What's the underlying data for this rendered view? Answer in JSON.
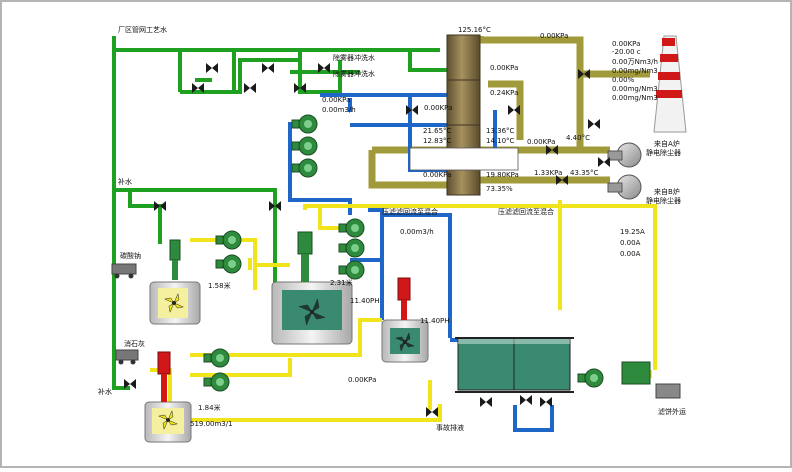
{
  "colors": {
    "water_green": "#20a020",
    "slurry_blue": "#1e66c8",
    "liquor_yellow": "#f2e41a",
    "flue_olive": "#a09a3a",
    "tower_brown": "#8b7a4a",
    "pump_green": "#2e8b3d",
    "stack_red": "#d01818"
  },
  "labels": {
    "plant_water": "厂区管网工艺水",
    "demister_flush_1": "除雾器冲洗水",
    "demister_flush_2": "除雾器冲洗水",
    "makeup_water_1": "补水",
    "makeup_water_2": "补水",
    "carbonate_sodium": "碳酸钠",
    "quicklime": "消石灰",
    "filter_press_return_1": "压滤滤回流至混合",
    "filter_press_return_2": "压滤滤回流至混合",
    "emergency_drain": "事故排液",
    "sludge_out": "滤饼外运",
    "from_a_esp_1": "来自A炉",
    "from_a_esp_2": "静电除尘器",
    "from_b_esp_1": "来自B炉",
    "from_b_esp_2": "静电除尘器"
  },
  "readings": {
    "tower_top": "125.16°C",
    "top_pressure": "0.00KPa",
    "stack_p": "0.00KPa",
    "stack_t": "-20.00 c",
    "stack_flow": "0.00万Nm3/h",
    "stack_c1": "0.00mg/Nm3",
    "stack_c2": "0.00%",
    "stack_c3": "0.00mg/Nm3",
    "stack_c4": "0.00mg/Nm3",
    "mid_p1": "0.00KPa",
    "mid_p2": "0.24KPa",
    "mid_p3": "0.00KPa",
    "mid_p4": "0.00KPa",
    "left_temp1": "21.65°C",
    "left_temp2": "12.83°C",
    "right_temp1": "13.36°C",
    "right_temp2": "14.10°C",
    "flow_m3": "0.00m3/h",
    "inlet_p1": "0.00KPa",
    "inlet_t1": "4.40°C",
    "inlet_p2": "1.33KPa",
    "inlet_t2": "43.35°C",
    "sump_p": "0.00KPa",
    "sump_p2": "19.80KPa",
    "level_pct": "73.35%",
    "mix_flow": "0.00m3/h",
    "ph1": "11.40PH",
    "ph2": "11.40PH",
    "lvl_small": "2.31米",
    "lvl_tank1": "1.58米",
    "lvl_tank3": "1.84米",
    "flow_tank3": "519.00m3/1",
    "bottom_p": "0.00KPa",
    "current_1": "19.25A",
    "current_2": "0.00A",
    "current_3": "0.00A"
  }
}
